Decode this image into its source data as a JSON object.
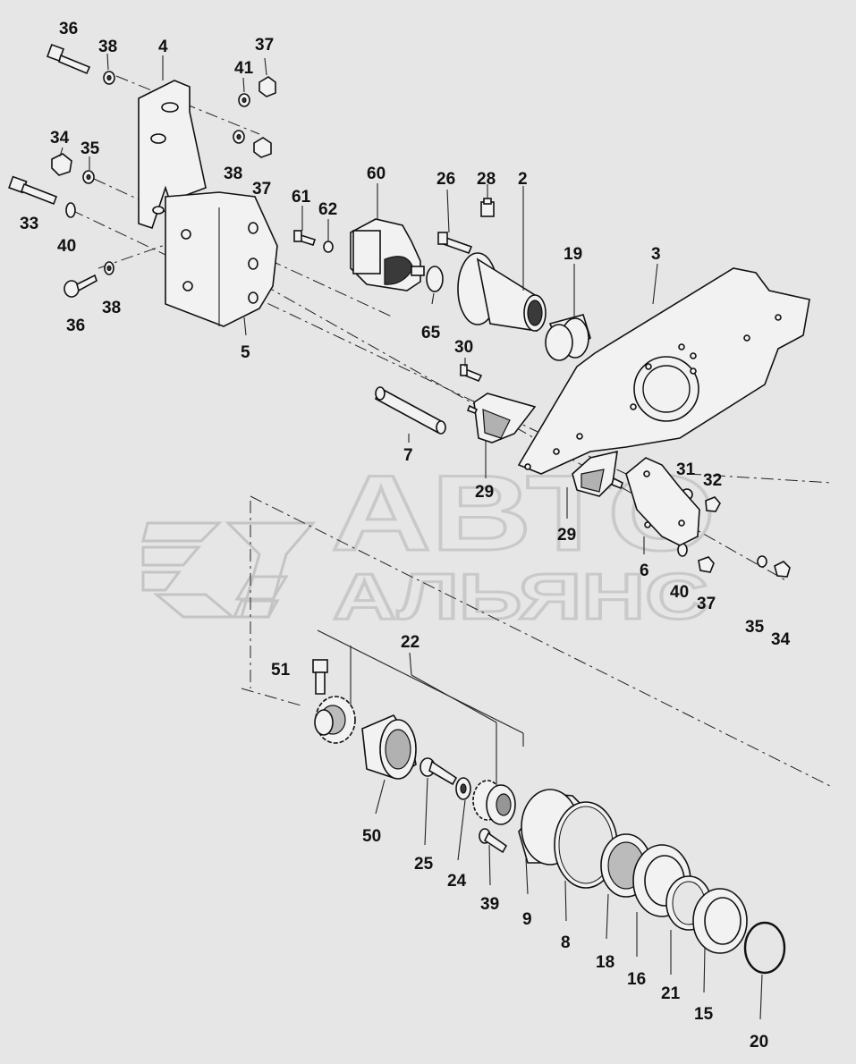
{
  "diagram": {
    "watermark": {
      "line1": "АВТО",
      "line2": "АЛЬЯНС"
    },
    "labels": [
      "36",
      "38",
      "4",
      "41",
      "37",
      "34",
      "35",
      "38",
      "37",
      "60",
      "26",
      "28",
      "2",
      "33",
      "40",
      "61",
      "62",
      "19",
      "3",
      "36",
      "38",
      "5",
      "65",
      "30",
      "7",
      "29",
      "29",
      "31",
      "32",
      "6",
      "40",
      "37",
      "35",
      "34",
      "22",
      "51",
      "50",
      "25",
      "24",
      "39",
      "9",
      "8",
      "18",
      "16",
      "21",
      "15",
      "20"
    ],
    "colors": {
      "background": "#e6e6e6",
      "line": "#111111",
      "watermark": "#c9c9c9"
    }
  }
}
